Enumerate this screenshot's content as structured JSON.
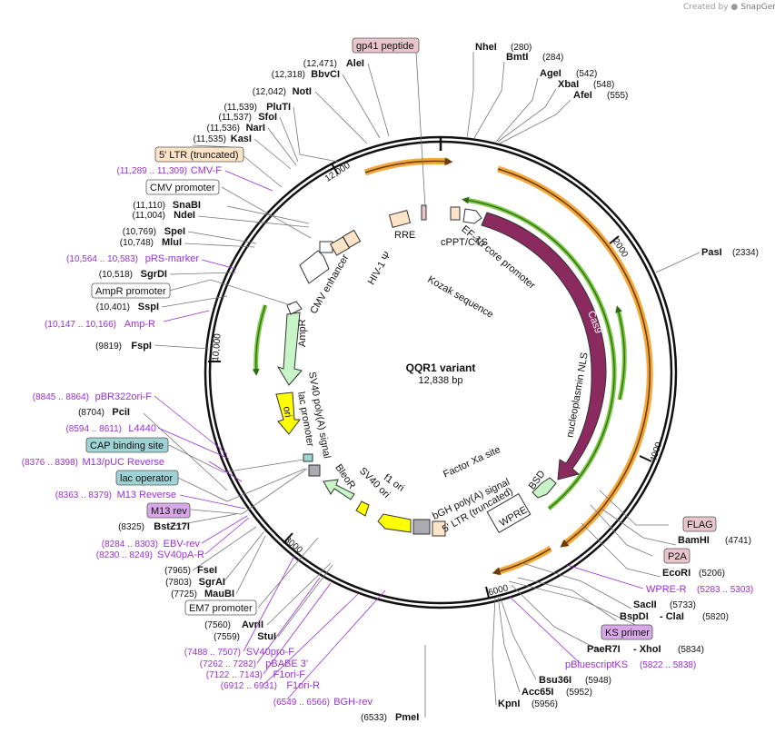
{
  "credit": {
    "prefix": "Created by",
    "brand": "SnapGene"
  },
  "map": {
    "name": "QQR1 variant",
    "length": "12,838 bp"
  },
  "ticks": [
    "2000",
    "4000",
    "6000",
    "8000",
    "10,000",
    "12,000"
  ],
  "enzymes_right": [
    {
      "name": "NheI",
      "pos": "(280)"
    },
    {
      "name": "BmtI",
      "pos": "(284)"
    },
    {
      "name": "AgeI",
      "pos": "(542)"
    },
    {
      "name": "XbaI",
      "pos": "(548)"
    },
    {
      "name": "AfeI",
      "pos": "(555)"
    },
    {
      "name": "PasI",
      "pos": "(2334)"
    },
    {
      "name": "BamHI",
      "pos": "(4741)"
    },
    {
      "name": "EcoRI",
      "pos": "(5206)"
    },
    {
      "name": "SacII",
      "pos": "(5733)"
    },
    {
      "name": "BspDI",
      "pos": "- ClaI",
      "pos2": "(5820)"
    },
    {
      "name": "PaeR7I",
      "pos": "- XhoI",
      "pos2": "(5834)"
    },
    {
      "name": "Bsu36I",
      "pos": "(5948)"
    },
    {
      "name": "Acc65I",
      "pos": "(5952)"
    },
    {
      "name": "KpnI",
      "pos": "(5956)"
    },
    {
      "name": "PmeI",
      "pos": "(6533)"
    }
  ],
  "enzymes_left": [
    {
      "name": "AleI",
      "pos": "(12,471)"
    },
    {
      "name": "BbvCI",
      "pos": "(12,318)"
    },
    {
      "name": "NotI",
      "pos": "(12,042)"
    },
    {
      "name": "PluTI",
      "pos": "(11,539)"
    },
    {
      "name": "SfoI",
      "pos": "(11,537)"
    },
    {
      "name": "NarI",
      "pos": "(11,536)"
    },
    {
      "name": "KasI",
      "pos": "(11,535)"
    },
    {
      "name": "SnaBI",
      "pos": "(11,110)"
    },
    {
      "name": "NdeI",
      "pos": "(11,004)"
    },
    {
      "name": "SpeI",
      "pos": "(10,769)"
    },
    {
      "name": "MluI",
      "pos": "(10,748)"
    },
    {
      "name": "SgrDI",
      "pos": "(10,518)"
    },
    {
      "name": "SspI",
      "pos": "(10,401)"
    },
    {
      "name": "FspI",
      "pos": "(9819)"
    },
    {
      "name": "PciI",
      "pos": "(8704)"
    },
    {
      "name": "BstZ17I",
      "pos": "(8325)"
    },
    {
      "name": "FseI",
      "pos": "(7965)"
    },
    {
      "name": "SgrAI",
      "pos": "(7803)"
    },
    {
      "name": "MauBI",
      "pos": "(7725)"
    },
    {
      "name": "AvrII",
      "pos": "(7560)"
    },
    {
      "name": "StuI",
      "pos": "(7559)"
    }
  ],
  "primers": [
    {
      "name": "CMV-F",
      "pos": "(11,289 .. 11,309)"
    },
    {
      "name": "pRS-marker",
      "pos": "(10,564 .. 10,583)"
    },
    {
      "name": "Amp-R",
      "pos": "(10,147 .. 10,166)"
    },
    {
      "name": "pBR322ori-F",
      "pos": "(8845 .. 8864)"
    },
    {
      "name": "L4440",
      "pos": "(8594 .. 8611)"
    },
    {
      "name": "M13/pUC Reverse",
      "pos": "(8376 .. 8398)"
    },
    {
      "name": "M13 Reverse",
      "pos": "(8363 .. 8379)"
    },
    {
      "name": "EBV-rev",
      "pos": "(8284 .. 8303)"
    },
    {
      "name": "SV40pA-R",
      "pos": "(8230 .. 8249)"
    },
    {
      "name": "SV40pro-F",
      "pos": "(7488 .. 7507)"
    },
    {
      "name": "pBABE 3'",
      "pos": "(7262 .. 7282)"
    },
    {
      "name": "F1ori-F",
      "pos": "(7122 .. 7143)"
    },
    {
      "name": "F1ori-R",
      "pos": "(6912 .. 6931)"
    },
    {
      "name": "BGH-rev",
      "pos": "(6549 .. 6566)"
    },
    {
      "name": "WPRE-R",
      "pos": "(5283 .. 5303)"
    },
    {
      "name": "pBluescriptKS",
      "pos": "(5822 .. 5838)"
    }
  ],
  "boxed_features": [
    {
      "name": "gp41 peptide",
      "color": "#e8c4cc"
    },
    {
      "name": "5' LTR (truncated)",
      "color": "#fde3c8"
    },
    {
      "name": "CMV promoter",
      "color": "#ffffff"
    },
    {
      "name": "AmpR promoter",
      "color": "#ffffff"
    },
    {
      "name": "CAP binding site",
      "color": "#9ed3d6"
    },
    {
      "name": "lac operator",
      "color": "#9ed3d6"
    },
    {
      "name": "M13 rev",
      "color": "#d9a8e8"
    },
    {
      "name": "EM7 promoter",
      "color": "#ffffff"
    },
    {
      "name": "FLAG",
      "color": "#e8c4cc"
    },
    {
      "name": "P2A",
      "color": "#e8c4cc"
    },
    {
      "name": "KS primer",
      "color": "#d9a8e8"
    }
  ],
  "inner_labels": {
    "rre": "RRE",
    "cppt": "cPPT/CTS",
    "hiv": "HIV-1 Ψ",
    "cmv_enh": "CMV enhancer",
    "ef1a": "EF-1α core promoter",
    "kozak": "Kozak sequence",
    "cas9": "Cas9",
    "np_nls": "nucleoplasmin NLS",
    "ampr": "AmpR",
    "sv40pa": "SV40 poly(A) signal",
    "lacprom": "lac promoter",
    "ori": "ori",
    "factorxa": "Factor Xa site",
    "bsd": "BSD",
    "wpre": "WPRE",
    "bgh": "bGH poly(A) signal",
    "ltr5": "5' LTR (truncated)",
    "f1ori": "f1 ori",
    "sv40ori": "SV40 ori",
    "bleor": "BleoR"
  },
  "colors": {
    "cas9": "#8b2a5f",
    "ampr": "#c8f5c8",
    "ori": "#ffff00",
    "orange": "#f2a83b",
    "green_arc": "#7dc843",
    "primer": "#9a2fd6",
    "ltr": "#fde3c8"
  }
}
